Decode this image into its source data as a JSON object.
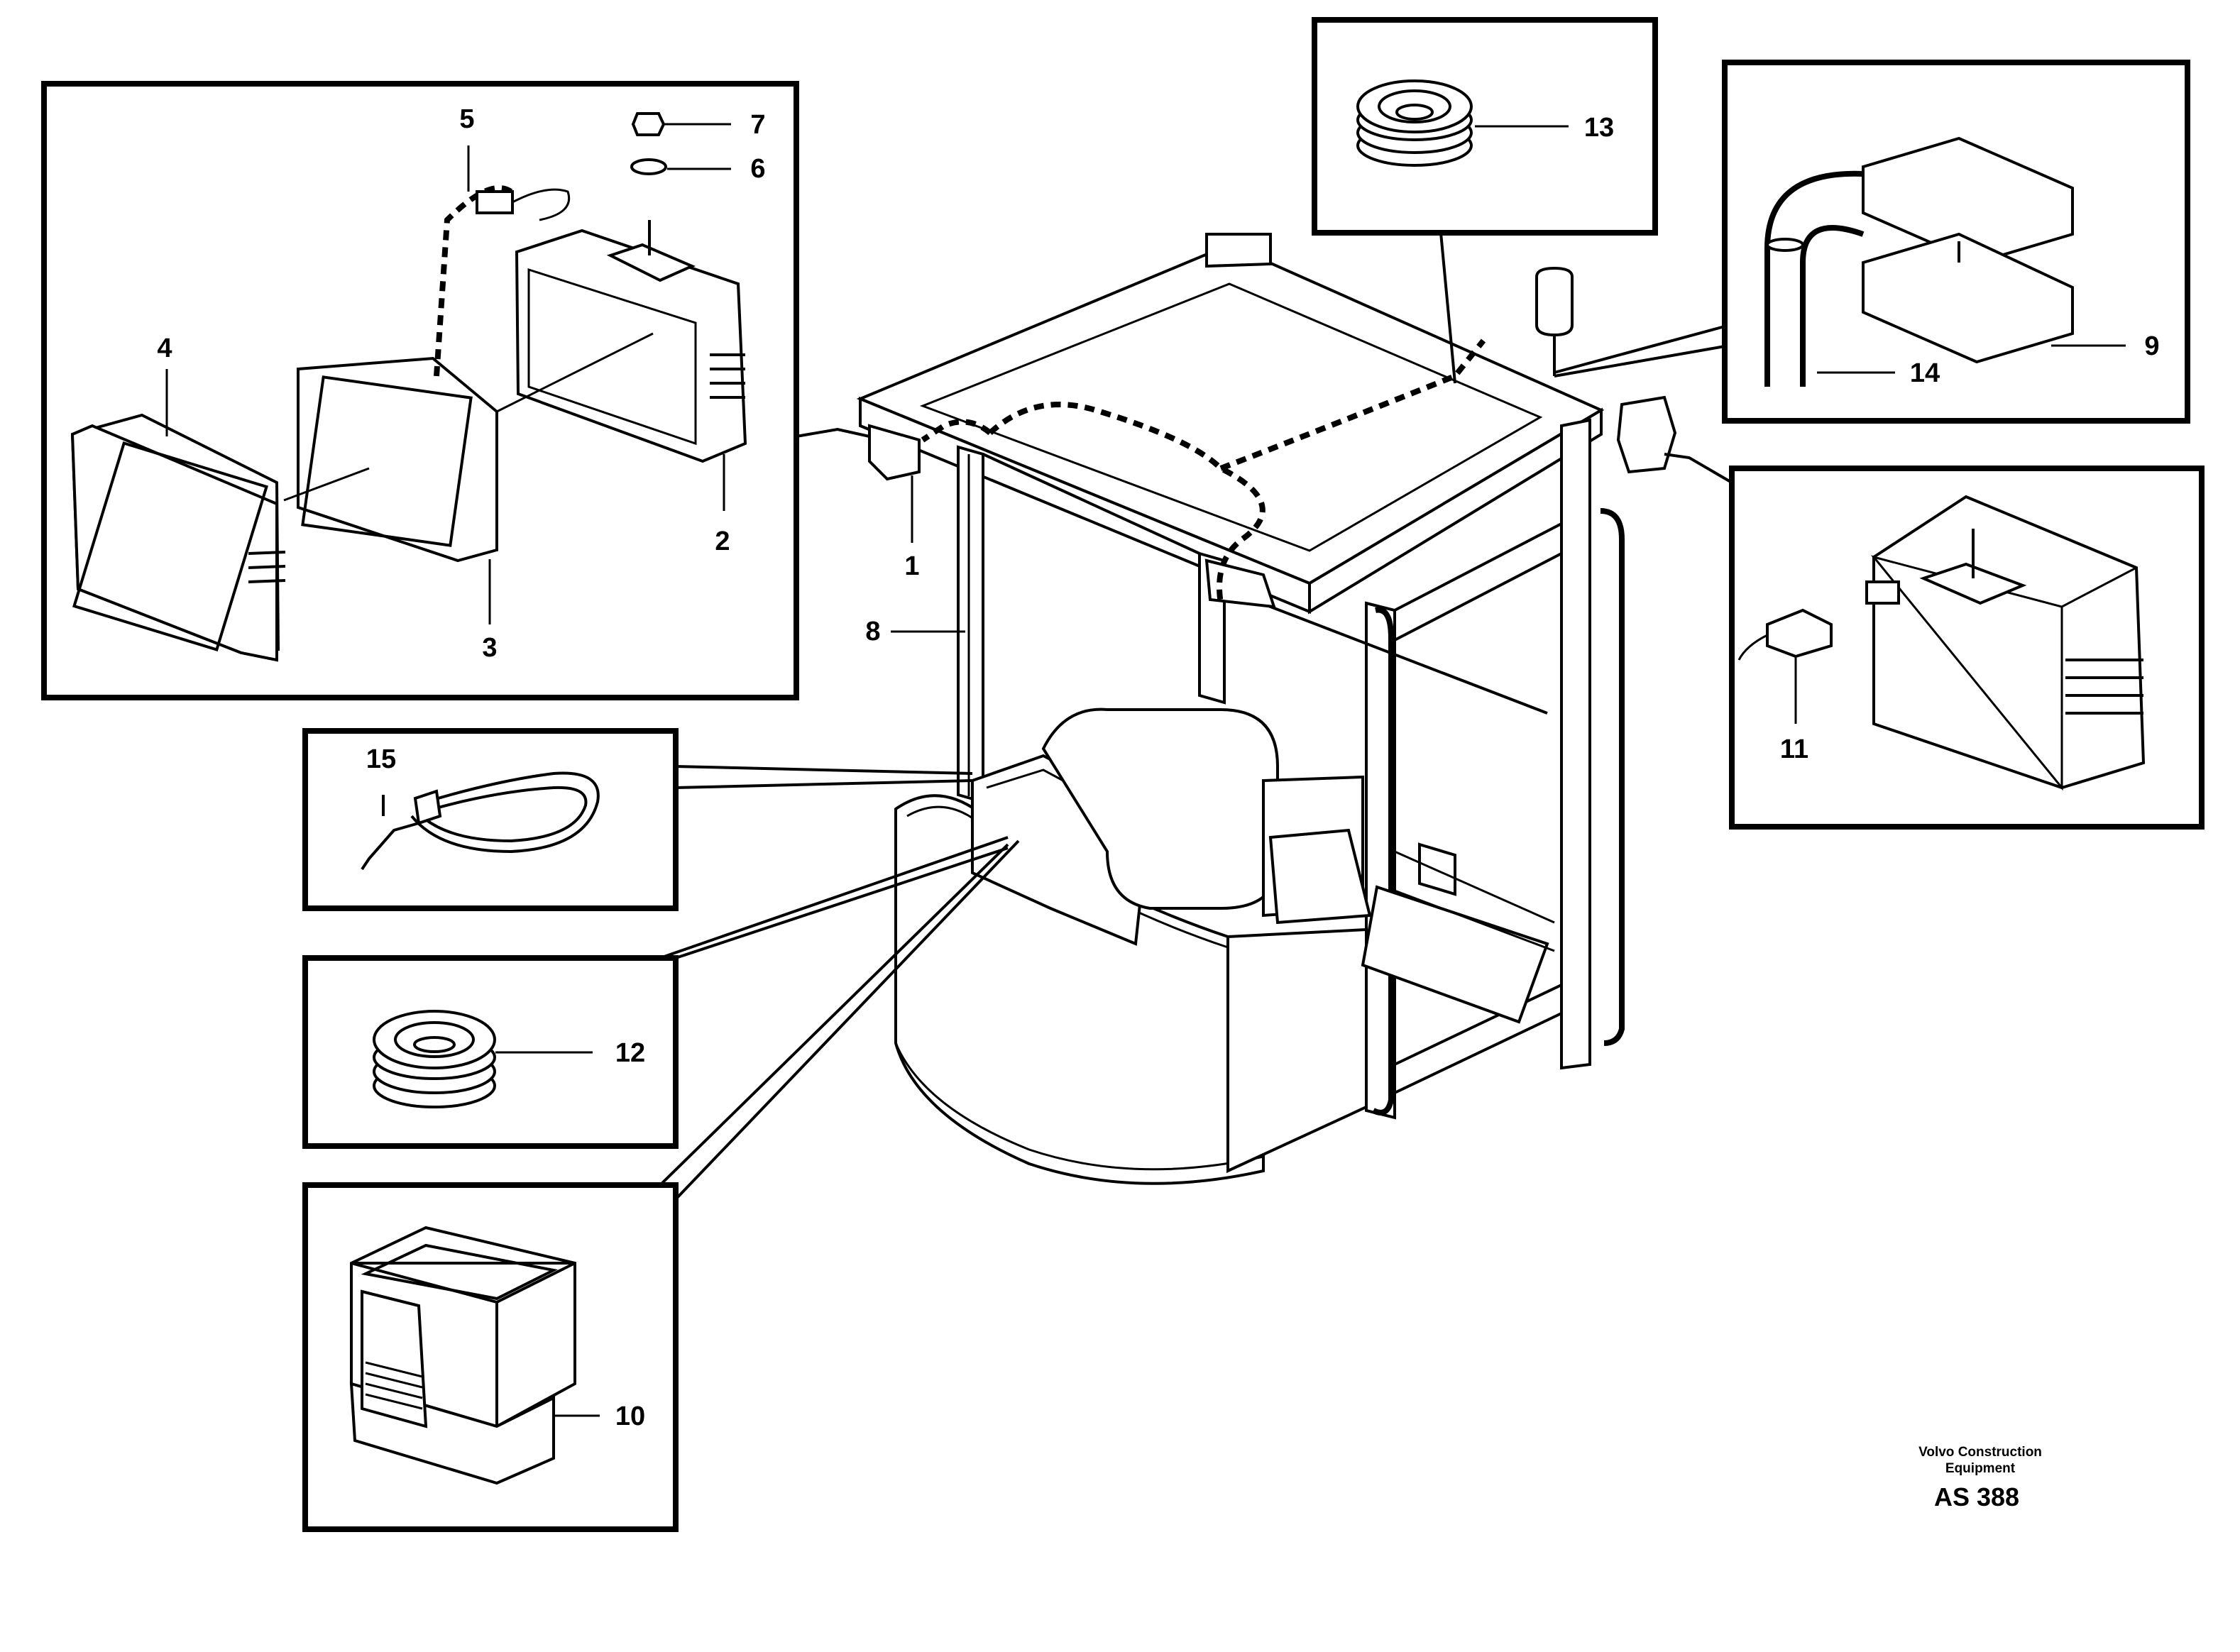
{
  "callouts": {
    "c1": "1",
    "c2": "2",
    "c3": "3",
    "c4": "4",
    "c5": "5",
    "c6": "6",
    "c7": "7",
    "c8": "8",
    "c9": "9",
    "c10": "10",
    "c11": "11",
    "c12": "12",
    "c13": "13",
    "c14": "14",
    "c15": "15"
  },
  "footer": {
    "maker_line1": "Volvo Construction",
    "maker_line2": "Equipment",
    "code": "AS 388"
  }
}
